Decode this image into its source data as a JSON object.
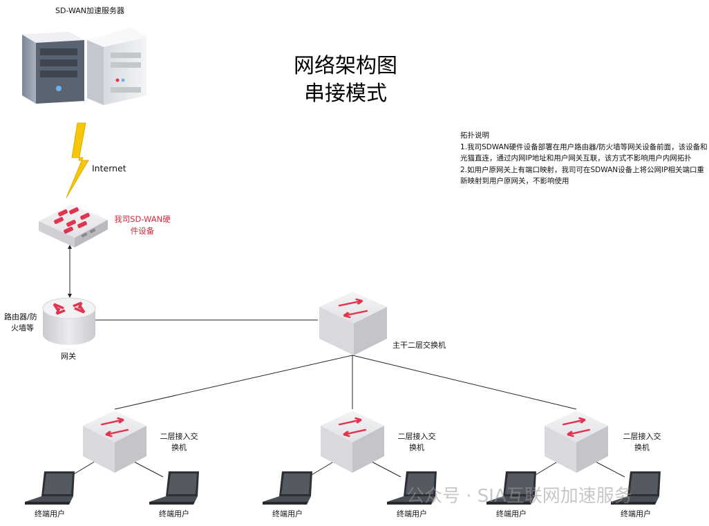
{
  "title": {
    "line1": "网络架构图",
    "line2": "串接模式"
  },
  "server_label": "SD-WAN加速服务器",
  "internet_label": "Internet",
  "sdwan_device": {
    "line1": "我司SD-WAN硬",
    "line2": "件设备"
  },
  "router": {
    "side_line1": "路由器/防",
    "side_line2": "火墙等",
    "name": "网关"
  },
  "core_switch_label": "主干二层交换机",
  "access_switch": {
    "line1": "二层接入交",
    "line2": "换机"
  },
  "terminal_label": "终端用户",
  "description": {
    "heading": "拓扑说明",
    "point1": "1.我司SDWAN硬件设备部署在用户路由器/防火墙等网关设备前面，该设备和光猫直连，通过内网IP地址和用户网关互联，该方式不影响用户内网拓扑",
    "point2": "2.如用户原网关上有端口映射，我司可在SDWAN设备上将公网IP相关端口重新映射到用户原网关，不影响使用"
  },
  "watermark": "公众号 · SIA互联网加速服务",
  "colors": {
    "arrow_red": "#e0344f",
    "lightning_yellow": "#f5c60a",
    "device_gray": "#e9e9ec",
    "device_shadow": "#c6c6cb",
    "link_line": "#222222"
  },
  "icons": {
    "server": "server-icon",
    "lightning": "lightning-icon",
    "sdwan": "sdwan-device-icon",
    "router": "router-icon",
    "switch": "switch-icon",
    "laptop": "laptop-icon"
  }
}
